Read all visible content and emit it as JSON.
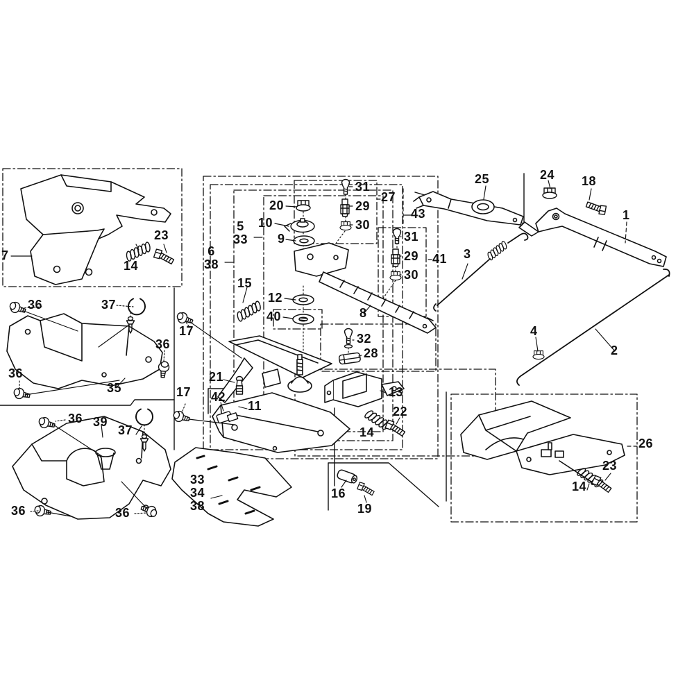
{
  "diagram": {
    "bg_color": "#ffffff",
    "line_color": "#111111",
    "callouts": {
      "c1": "1",
      "c2": "2",
      "c3": "3",
      "c4": "4",
      "c5_33": "5\n33",
      "c6_38": "6\n38",
      "c7": "7",
      "c8": "8",
      "c9": "9",
      "c10": "10",
      "c11": "11",
      "c12": "12",
      "c13": "13",
      "c14a": "14",
      "c14b": "14",
      "c14c": "14",
      "c15": "15",
      "c16": "16",
      "c17a": "17",
      "c17b": "17",
      "c18": "18",
      "c19": "19",
      "c20": "20",
      "c21": "21",
      "c22": "22",
      "c23a": "23",
      "c23b": "23",
      "c24": "24",
      "c25": "25",
      "c26": "26",
      "c27": "27",
      "c28": "28",
      "c29a": "29",
      "c29b": "29",
      "c30a": "30",
      "c30b": "30",
      "c31a": "31",
      "c31b": "31",
      "c32": "32",
      "c33_34_38": "33\n34\n38",
      "c35": "35",
      "c36a": "36",
      "c36b": "36",
      "c36c": "36",
      "c36d": "36",
      "c36e": "36",
      "c36f": "36",
      "c37a": "37",
      "c37b": "37",
      "c39": "39",
      "c40": "40",
      "c41": "41",
      "c42": "42",
      "c43": "43"
    }
  }
}
